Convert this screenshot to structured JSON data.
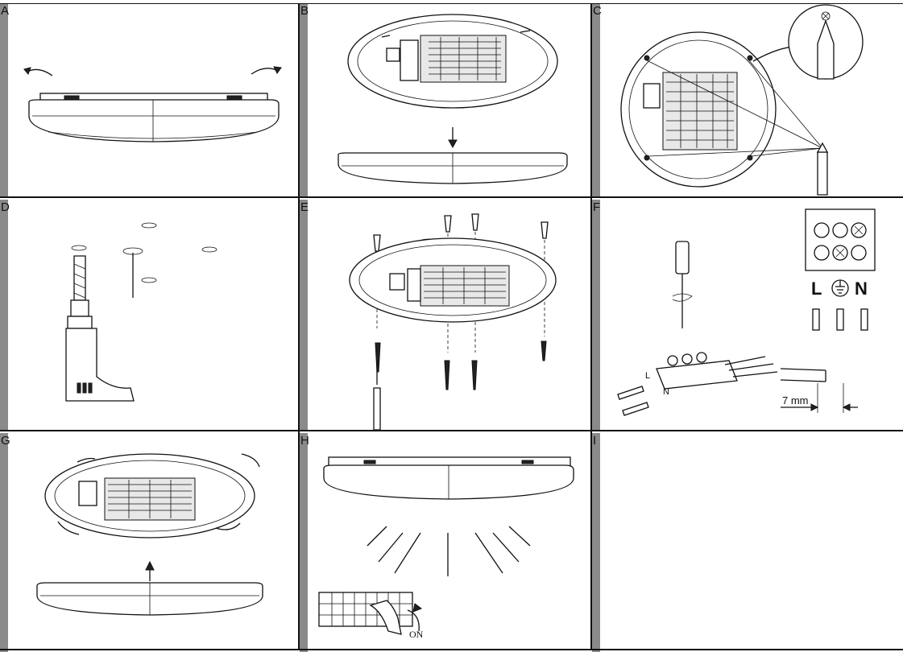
{
  "panels": [
    {
      "id": "A",
      "label": "A"
    },
    {
      "id": "B",
      "label": "B"
    },
    {
      "id": "C",
      "label": "C"
    },
    {
      "id": "D",
      "label": "D"
    },
    {
      "id": "E",
      "label": "E"
    },
    {
      "id": "F",
      "label": "F"
    },
    {
      "id": "G",
      "label": "G"
    },
    {
      "id": "H",
      "label": "H"
    },
    {
      "id": "I",
      "label": "I"
    }
  ],
  "terminal_labels": {
    "L": "L",
    "N": "N"
  },
  "block_labels": {
    "L": "L",
    "N": "N"
  },
  "strip_length": "7 mm",
  "switch_label": "ON"
}
